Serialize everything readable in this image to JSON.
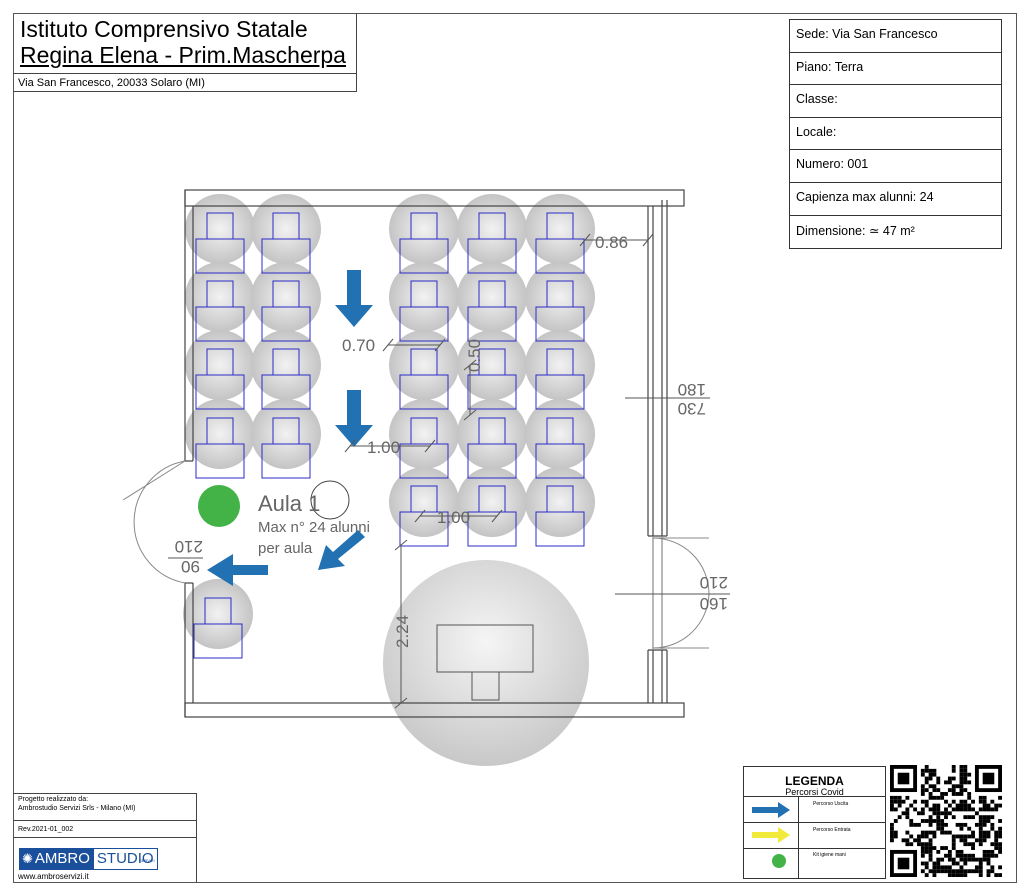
{
  "header": {
    "title_line_1": "Istituto Comprensivo Statale",
    "title_line_2": "Regina Elena - Prim.Mascherpa",
    "address": "Via San Francesco, 20033 Solaro (MI)"
  },
  "info": {
    "sede": "Sede: Via San Francesco",
    "piano": "Piano: Terra",
    "classe": "Classe:",
    "locale": "Locale:",
    "numero": "Numero: 001",
    "capienza": "Capienza max alunni: 24",
    "dimensione": "Dimensione: ≃ 47 m²"
  },
  "plan": {
    "room_name": "Aula 1",
    "capacity_line_1": "Max n° 24 alunni",
    "capacity_line_2": "per aula",
    "dims": {
      "d_086": "0.86",
      "d_070": "0.70",
      "d_050": "0.50",
      "d_100_a": "1.00",
      "d_100_b": "1.00",
      "d_224": "2.24",
      "door_left_top": "210",
      "door_left_bottom": "90",
      "win_right_top": "180",
      "win_right_bottom": "730",
      "door_right_top": "210",
      "door_right_bottom": "160"
    },
    "colors": {
      "arrow_exit": "#2271b3",
      "arrow_entry": "#f2ea3a",
      "hygiene_kit": "#43b348",
      "desk_outline": "#2b2bc9"
    }
  },
  "legend": {
    "title": "LEGENDA",
    "subtitle": "Percorsi Covid",
    "items": [
      {
        "label": "Percorso Uscita",
        "icon": "blue-arrow-icon"
      },
      {
        "label": "Percorso Entrata",
        "icon": "yellow-arrow-icon"
      },
      {
        "label": "Kit igiene mani",
        "icon": "green-dot-icon"
      }
    ]
  },
  "credits": {
    "line_1": "Progetto realizzato da:",
    "line_2": "Ambrostudio Servizi Srls - Milano (MI)",
    "revision": "Rev.2021-01_002",
    "logo_part_1": "AMBRO",
    "logo_part_2": "STUDIO",
    "logo_small": "SERVIZI",
    "website": "www.ambroservizi.it"
  }
}
